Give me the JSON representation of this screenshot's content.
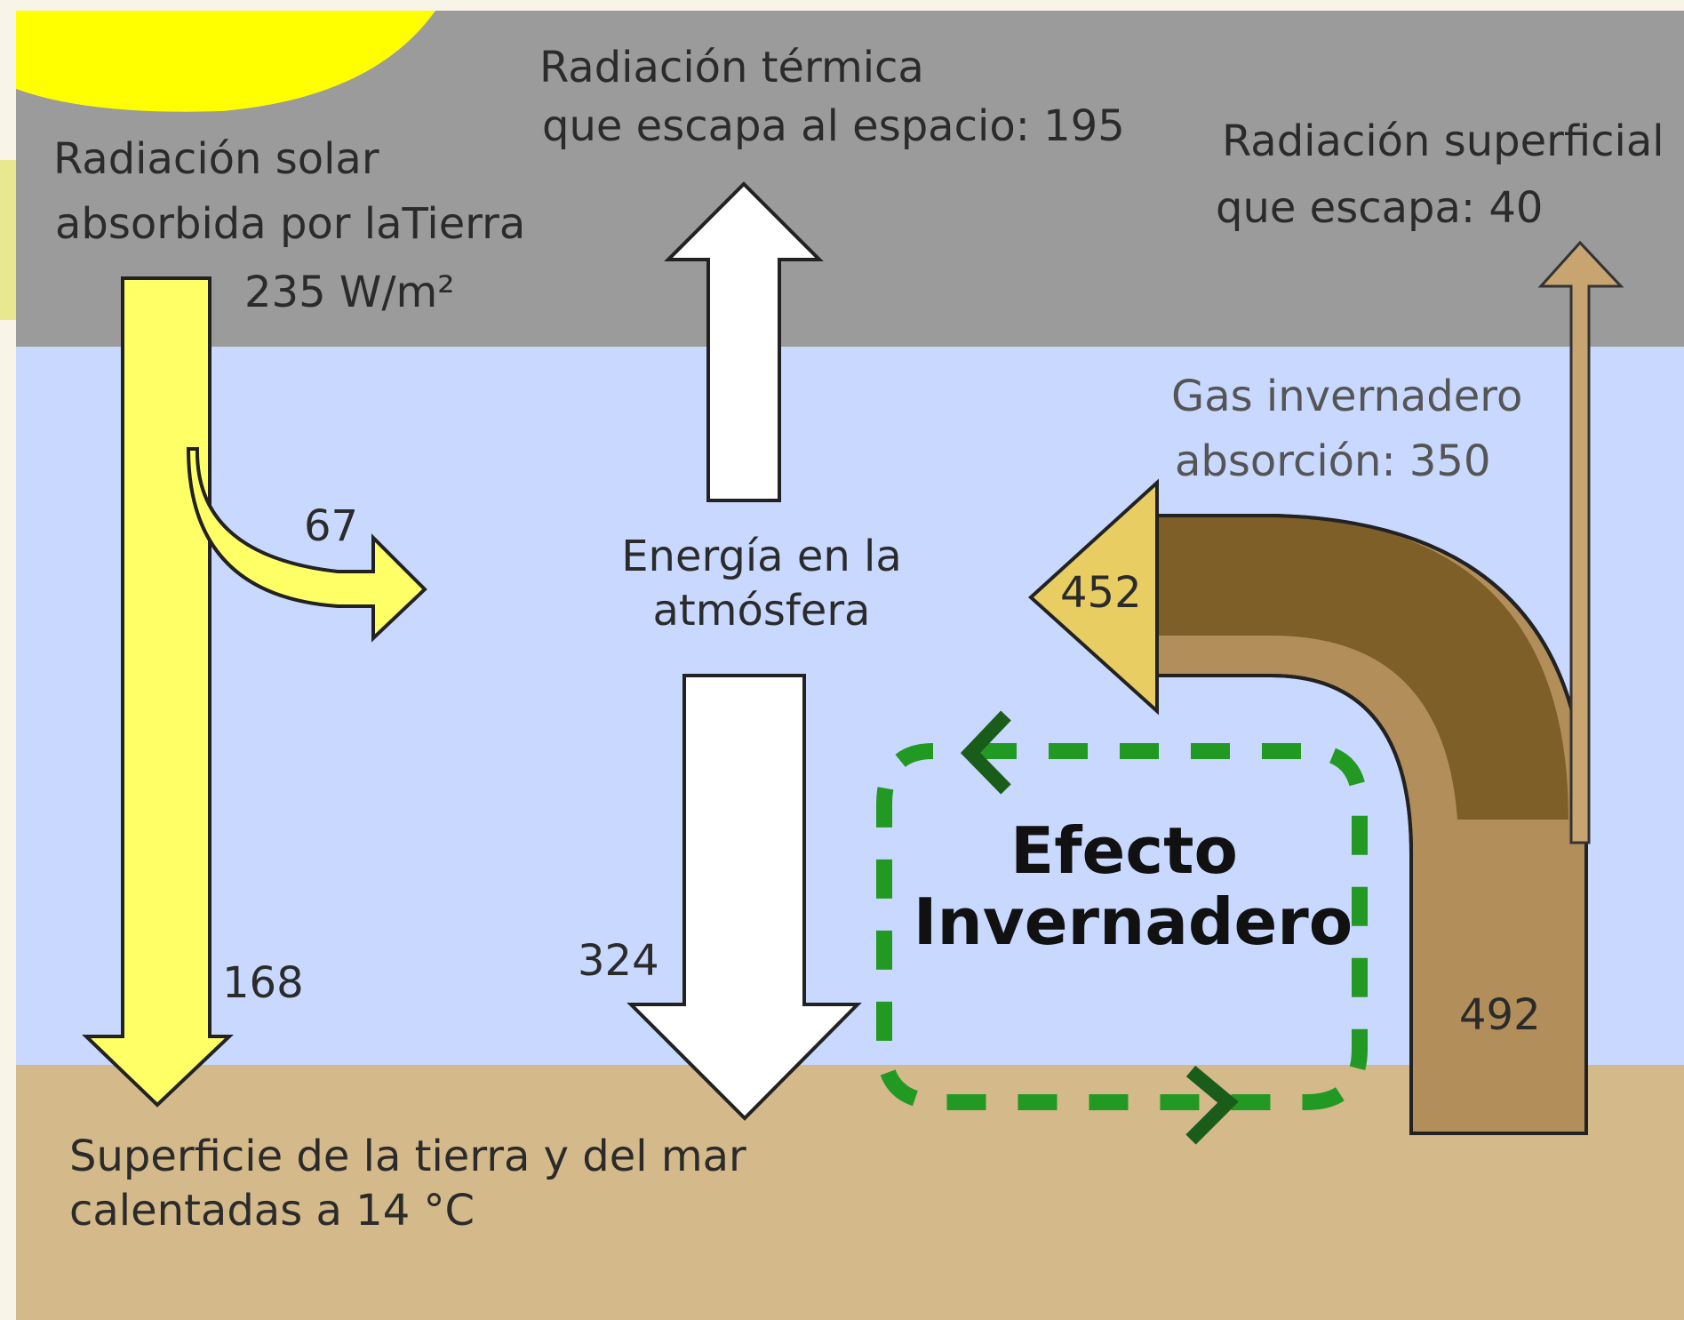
{
  "diagram": {
    "space_label": {
      "line1": "Radiación térmica",
      "line2": "que escapa al espacio: 195"
    },
    "surface_escape_label": {
      "line1": "Radiación superficial",
      "line2": "que escapa: 40"
    },
    "solar_label": {
      "line1": "Radiación solar",
      "line2": "absorbida por laTierra",
      "line3": "235 W/m²"
    },
    "gas_label": {
      "line1": "Gas invernadero",
      "line2": "absorción: 350"
    },
    "atmosphere_label": {
      "line1": "Energía en la",
      "line2": "atmósfera"
    },
    "ground_label": {
      "line1": "Superficie de la tierra y del mar",
      "line2": "calentadas a 14 °C"
    },
    "effect_label": {
      "line1": "Efecto",
      "line2": "Invernadero"
    },
    "values": {
      "solar_to_atmosphere": "67",
      "solar_to_surface": "168",
      "back_radiation": "324",
      "atmosphere_emission": "452",
      "surface_emission": "492"
    },
    "colors": {
      "space": "#9b9b9b",
      "atmosphere": "#c8d8ff",
      "ground": "#d4b98a",
      "sun": "#ffff00",
      "solar_arrow": "#ffff66",
      "gas_dark": "#7f5f28",
      "gas_light": "#b28e5a",
      "gas_head": "#e8cd62",
      "surface_arrow": "#c8a470",
      "loop": "#229922"
    }
  }
}
